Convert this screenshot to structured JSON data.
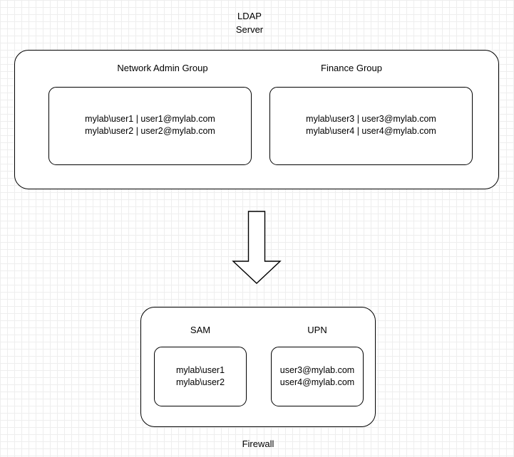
{
  "diagram": {
    "title_lines": [
      "LDAP",
      "Server"
    ],
    "ldap_server": {
      "groups": [
        {
          "name": "Network Admin Group",
          "members_text": "mylab\\user1 | user1@mylab.com\nmylab\\user2 | user2@mylab.com",
          "members": [
            {
              "sam": "mylab\\user1",
              "upn": "user1@mylab.com"
            },
            {
              "sam": "mylab\\user2",
              "upn": "user2@mylab.com"
            }
          ]
        },
        {
          "name": "Finance Group",
          "members_text": "mylab\\user3 | user3@mylab.com\nmylab\\user4 | user4@mylab.com",
          "members": [
            {
              "sam": "mylab\\user3",
              "upn": "user3@mylab.com"
            },
            {
              "sam": "mylab\\user4",
              "upn": "user4@mylab.com"
            }
          ]
        }
      ]
    },
    "connector": {
      "direction": "down",
      "icon": "down-arrow"
    },
    "firewall": {
      "label": "Firewall",
      "columns": [
        {
          "name": "SAM",
          "values_text": "mylab\\user1\nmylab\\user2",
          "values": [
            "mylab\\user1",
            "mylab\\user2"
          ]
        },
        {
          "name": "UPN",
          "values_text": "user3@mylab.com\nuser4@mylab.com",
          "values": [
            "user3@mylab.com",
            "user4@mylab.com"
          ]
        }
      ]
    },
    "colors": {
      "stroke": "#000000",
      "fill": "#ffffff",
      "grid_minor": "#eeeeee",
      "grid_major": "#dddddd"
    }
  }
}
